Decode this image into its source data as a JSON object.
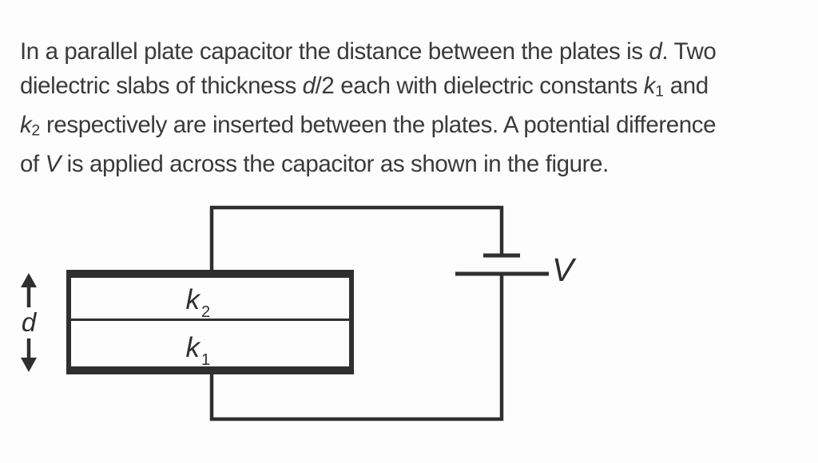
{
  "colors": {
    "ink": "#2f2f2f",
    "text": "#3a3a3a",
    "background": "#fdfdfd"
  },
  "problem": {
    "lines": [
      {
        "segments": [
          {
            "text": "In a parallel plate capacitor the distance between the plates is "
          },
          {
            "text": "d",
            "style": "italic"
          },
          {
            "text": ". Two"
          }
        ]
      },
      {
        "segments": [
          {
            "text": "dielectric slabs of thickness "
          },
          {
            "text": "d",
            "style": "italic"
          },
          {
            "text": "/2 each with dielectric constants "
          },
          {
            "text": "k",
            "style": "italic"
          },
          {
            "text": "1",
            "style": "sub"
          },
          {
            "text": " and"
          }
        ]
      },
      {
        "segments": [
          {
            "text": "k",
            "style": "italic"
          },
          {
            "text": "2",
            "style": "sub"
          },
          {
            "text": " respectively are inserted between the plates. A potential difference"
          }
        ]
      },
      {
        "segments": [
          {
            "text": "of "
          },
          {
            "text": "V",
            "style": "italic"
          },
          {
            "text": " is applied across the capacitor as shown in the figure."
          }
        ]
      }
    ]
  },
  "diagram": {
    "gap_label": "d",
    "top_dielectric_symbol": "k",
    "top_dielectric_subscript": "2",
    "bottom_dielectric_symbol": "k",
    "bottom_dielectric_subscript": "1",
    "battery_label": "V"
  }
}
